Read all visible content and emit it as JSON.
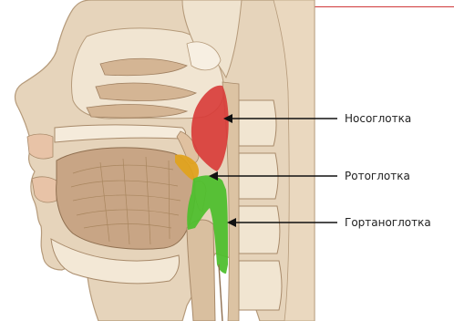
{
  "labels": {
    "nasopharynx": "Носоглотка",
    "oropharynx": "Ротоглотка",
    "laryngopharynx": "Гортаноглотка"
  },
  "colors": {
    "nasopharynx": "#d83a37",
    "oropharynx": "#e0a21f",
    "laryngopharynx": "#4fbf2e",
    "tissue": "#e9d9c3",
    "tissue_dark": "#b89f82",
    "bone": "#f4ecdf",
    "muscle": "#c9a889",
    "arrow": "#111111",
    "frame": "#d0393a"
  },
  "icons": {
    "arrow": "arrow-left-icon"
  }
}
